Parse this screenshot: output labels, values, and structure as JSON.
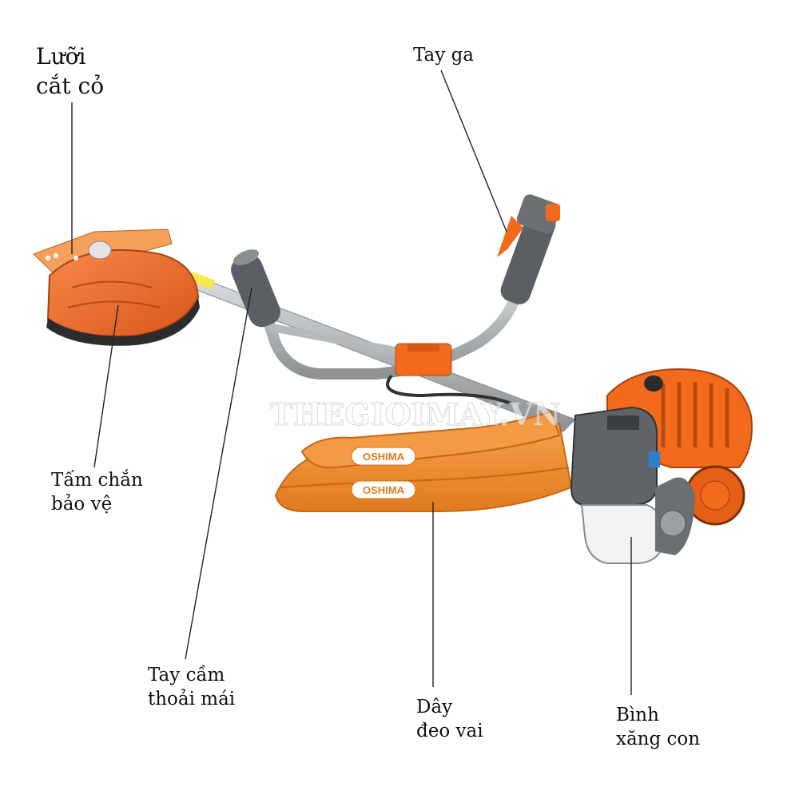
{
  "labels": {
    "blade": [
      "Lưỡi",
      "cắt cỏ"
    ],
    "throttle": "Tay ga",
    "guard": [
      "Tấm chắn",
      "bảo vệ"
    ],
    "grip": [
      "Tay cầm",
      "thoải mái"
    ],
    "strap": [
      "Dây",
      "đeo vai"
    ],
    "tank": [
      "Bình",
      "xăng con"
    ]
  },
  "watermark": "THEGIOIMAY.VN",
  "brand": "OSHIMA",
  "colors": {
    "orange": "#f26a1b",
    "orange_dark": "#c9500f",
    "strap": "#f08a2a",
    "metal": "#c9cbcd",
    "dark_gray": "#555a5e",
    "leader": "#222222"
  }
}
